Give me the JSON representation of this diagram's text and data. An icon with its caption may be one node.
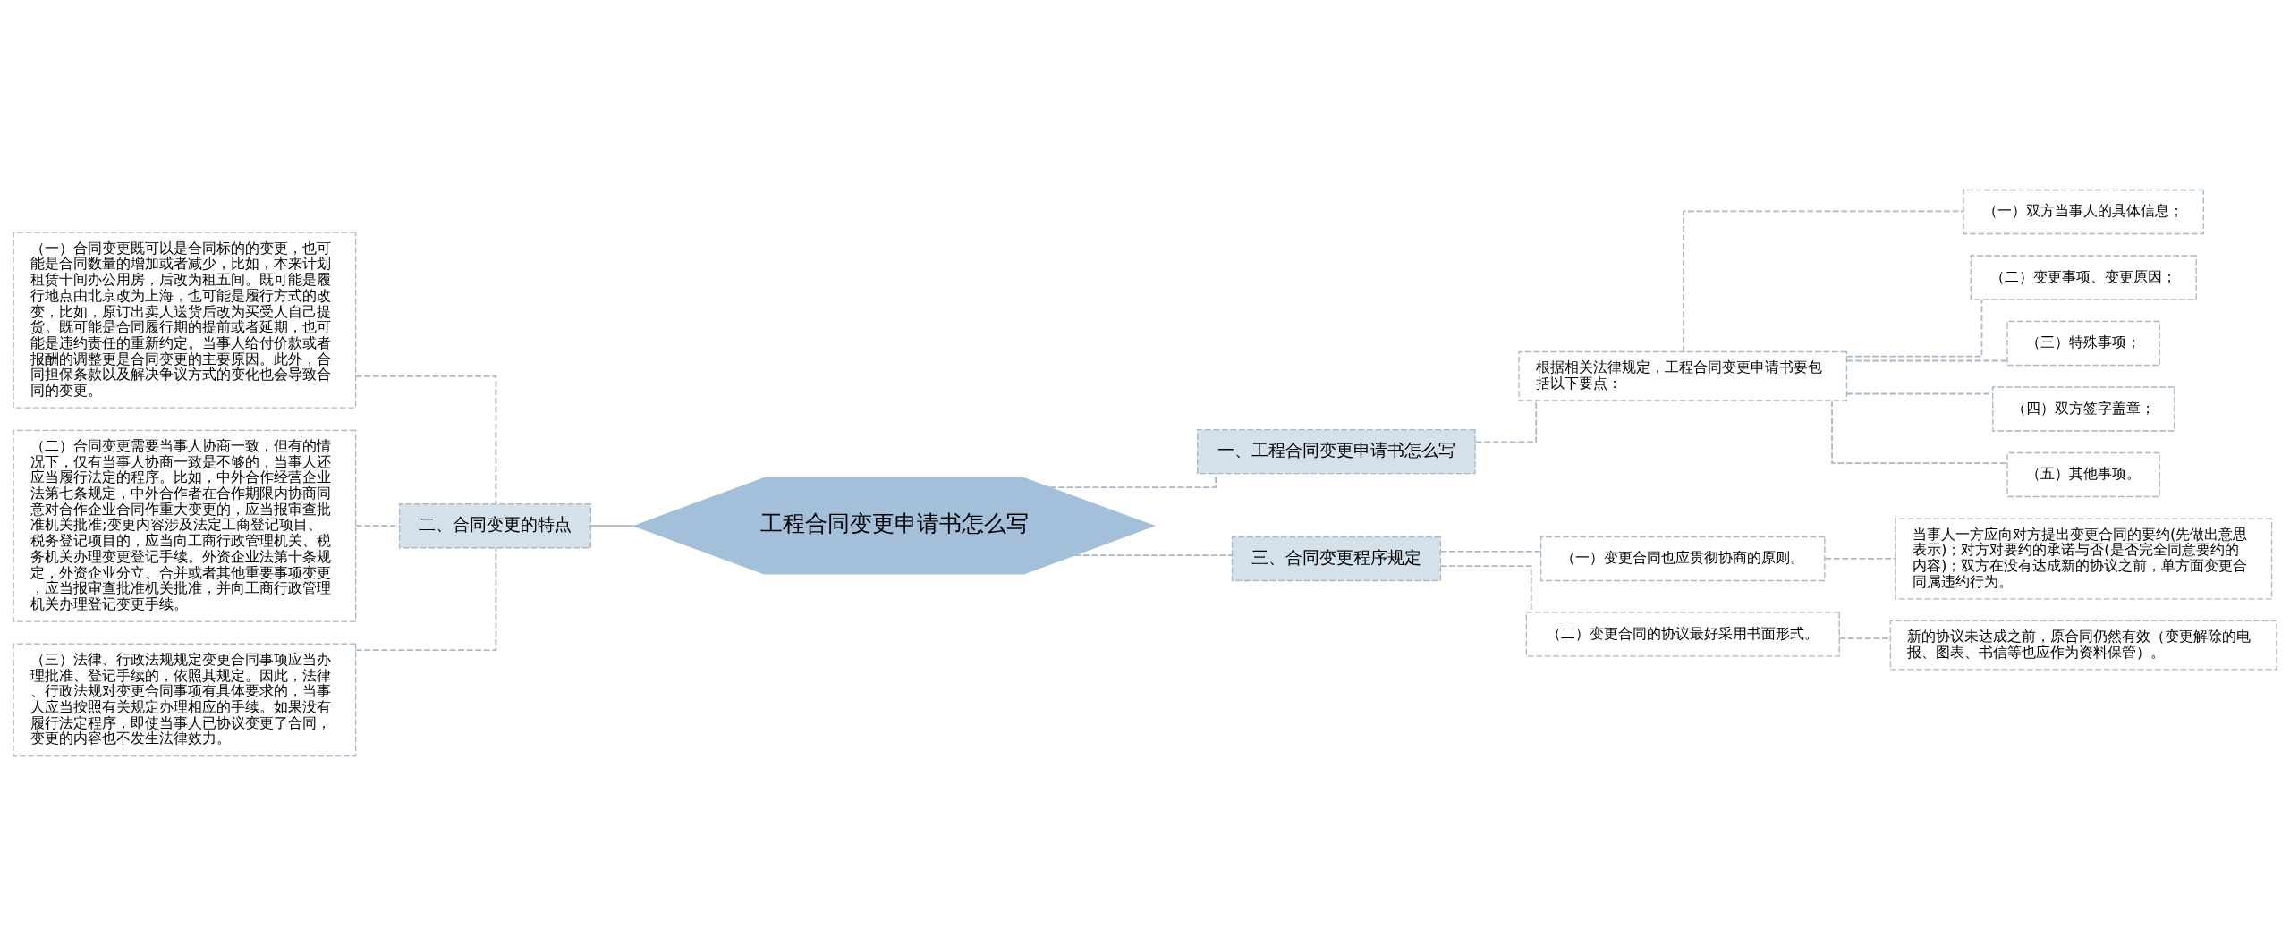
{
  "diagram": {
    "nodes": [
      {
        "text": [
          "工程合同变更申请书怎么写"
        ]
      },
      {
        "text": [
          "一、工程合同变更申请书怎么写"
        ]
      },
      {
        "text": [
          "根据相关法律规定，工程合同变更申请书要包括以下要点："
        ]
      },
      {
        "text": [
          "（一）双方当事人的具体信息；"
        ]
      },
      {
        "text": [
          "（二）变更事项、变更原因；"
        ]
      },
      {
        "text": [
          "（三）特殊事项；"
        ]
      },
      {
        "text": [
          "（四）双方签字盖章；"
        ]
      },
      {
        "text": [
          "（五）其他事项。"
        ]
      },
      {
        "text": [
          "二、合同变更的特点"
        ]
      },
      {
        "text": [
          "（一）合同变更既可以是合同标的的变更，也可能是合同数量的增加或者减少，比如，本来计划租赁十间办公用房，后改为租五间。既可能是履行地点由北京改为上海，也可能是履行方式的改变，比如，原订出卖人送货后改为买受人自己提货。既可能是合同履行期的提前或者延期，也可能是违约责任的重新约定。当事人给付价款或者报酬的调整更是合同变更的主要原因。此外，合同担保条款以及解决争议方式的变化也会导致合同的变更。"
        ]
      },
      {
        "text": [
          "（二）合同变更需要当事人协商一致，但有的情况下，仅有当事人协商一致是不够的，当事人还应当履行法定的程序。比如，中外合作经营企业法第七条规定，中外合作者在合作期限内协商同意对合作企业合同作重大变更的，应当报审查批准机关批准;变更内容涉及法定工商登记项目、税务登记项目的，应当向工商行政管理机关、税务机关办理变更登记手续。外资企业法第十条规定，外资企业分立、合并或者其他重要事项变更，应当报审查批准机关批准，并向工商行政管理机关办理登记变更手续。"
        ]
      },
      {
        "text": [
          "（三）法律、行政法规规定变更合同事项应当办理批准、登记手续的，依照其规定。因此，法律、行政法规对变更合同事项有具体要求的，当事人应当按照有关规定办理相应的手续。如果没有履行法定程序，即使当事人已协议变更了合同，变更的内容也不发生法律效力。"
        ]
      },
      {
        "text": [
          "三、合同变更程序规定"
        ]
      },
      {
        "text": [
          "（一）变更合同也应贯彻协商的原则。"
        ]
      },
      {
        "text": [
          "当事人一方应向对方提出变更合同的要约(先做出意思表示)；对方对要约的承诺与否(是否完全同意要约的内容)；双方在没有达成新的协议之前，单方面变更合同属违约行为。"
        ]
      },
      {
        "text": [
          "（二）变更合同的协议最好采用书面形式。"
        ]
      },
      {
        "text": [
          "新的协议未达成之前，原合同仍然有效（变更解除的电报、图表、书信等也应作为资料保管）。"
        ]
      }
    ],
    "edges": [
      {
        "from": 0,
        "to": 1,
        "arrow": "none",
        "style": "dashed"
      },
      {
        "from": 1,
        "to": 2,
        "arrow": "none",
        "style": "dashed"
      },
      {
        "from": 2,
        "to": 3,
        "arrow": "none",
        "style": "dashed"
      },
      {
        "from": 2,
        "to": 4,
        "arrow": "none",
        "style": "dashed"
      },
      {
        "from": 2,
        "to": 5,
        "arrow": "none",
        "style": "dashed"
      },
      {
        "from": 2,
        "to": 6,
        "arrow": "none",
        "style": "dashed"
      },
      {
        "from": 2,
        "to": 7,
        "arrow": "none",
        "style": "dashed"
      },
      {
        "from": 0,
        "to": 8,
        "arrow": "none"
      },
      {
        "from": 8,
        "to": 9,
        "arrow": "none",
        "style": "dashed"
      },
      {
        "from": 8,
        "to": 10,
        "arrow": "none",
        "style": "dashed"
      },
      {
        "from": 8,
        "to": 11,
        "arrow": "none",
        "style": "dashed"
      },
      {
        "from": 0,
        "to": 12,
        "arrow": "none",
        "style": "dashed"
      },
      {
        "from": 12,
        "to": 13,
        "arrow": "none",
        "style": "dashed"
      },
      {
        "from": 13,
        "to": 14,
        "arrow": "none",
        "style": "dashed"
      },
      {
        "from": 12,
        "to": 15,
        "arrow": "none",
        "style": "dashed"
      },
      {
        "from": 15,
        "to": 16,
        "arrow": "none",
        "style": "dashed"
      }
    ]
  }
}
